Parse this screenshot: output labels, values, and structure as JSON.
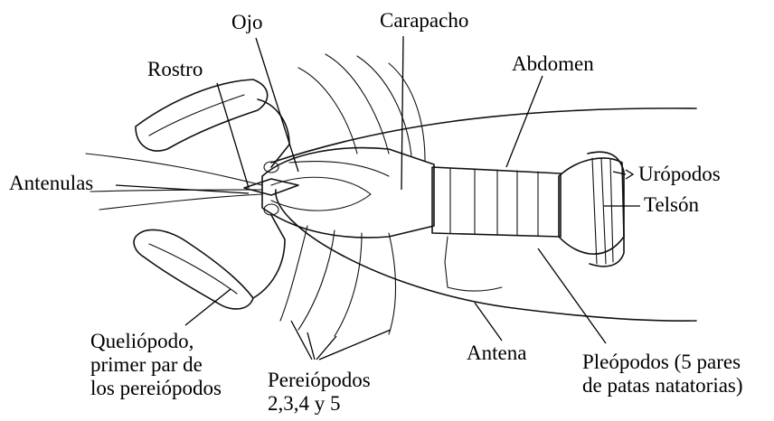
{
  "labels": {
    "ojo": "Ojo",
    "carapacho": "Carapacho",
    "rostro": "Rostro",
    "abdomen": "Abdomen",
    "antenulas": "Antenulas",
    "uropodos": "Urópodos",
    "telson": "Telsón",
    "queliopodo": [
      "Queliópodo,",
      "primer par de",
      "los pereiópodos"
    ],
    "pereiopodos": [
      "Pereiópodos",
      "2,3,4 y 5"
    ],
    "antena": "Antena",
    "pleopodos": [
      "Pleópodos (5 pares",
      "de patas natatorias)"
    ]
  }
}
